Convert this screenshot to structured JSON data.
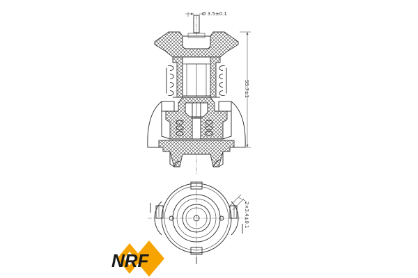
{
  "dimensions": {
    "top_diameter": "Ø 3.5±0.1",
    "height": "55.7±1",
    "angle_label": "2×3.4±0.1"
  },
  "logo": {
    "text": "NRF",
    "colors": {
      "primary": "#f7a400",
      "dark": "#1a1a1a"
    }
  }
}
